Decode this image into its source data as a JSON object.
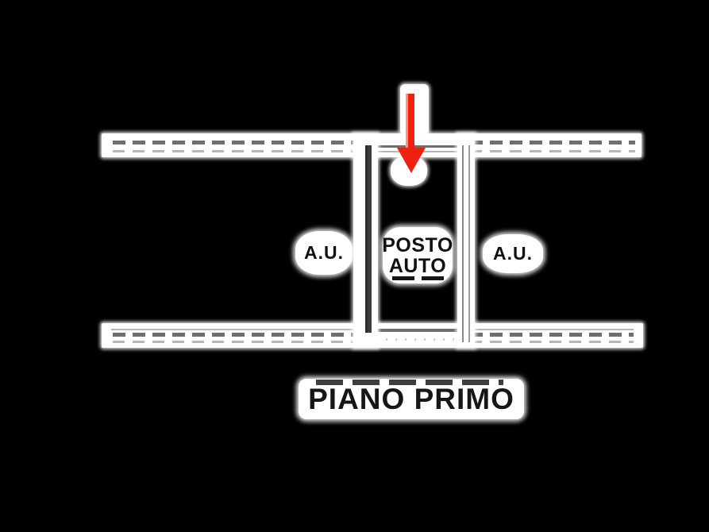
{
  "title": {
    "text": "PIANO PRIMO"
  },
  "parking": {
    "line1": "POSTO",
    "line2": "AUTO"
  },
  "areas": {
    "left": "A.U.",
    "right": "A.U."
  },
  "icons": {
    "arrow": "red-down-arrow-icon"
  },
  "colors": {
    "background": "#000000",
    "paper": "#ffffff",
    "arrow_red": "#ee2110",
    "wall_dark": "#3d3d3d",
    "line_gray": "#6e6e6e",
    "line_light": "#b6b6b6",
    "ink": "#111111"
  }
}
